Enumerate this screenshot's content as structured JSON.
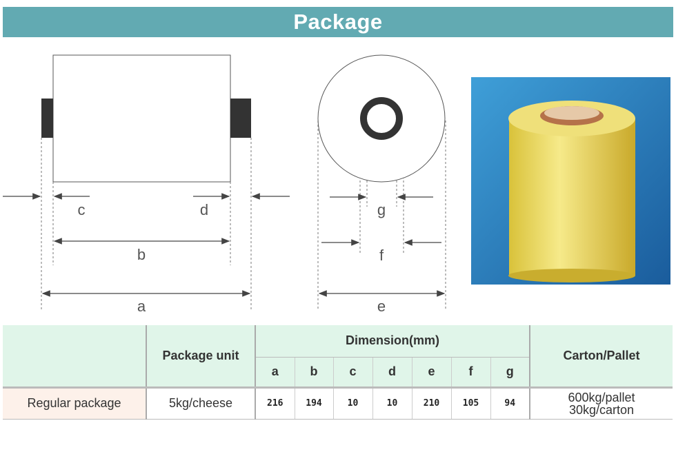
{
  "header": {
    "title": "Package"
  },
  "diagram": {
    "side_labels": {
      "c": "c",
      "d": "d",
      "b": "b",
      "a": "a"
    },
    "end_labels": {
      "g": "g",
      "f": "f",
      "e": "e"
    }
  },
  "table": {
    "col_package_unit": "Package unit",
    "col_dimension": "Dimension(mm)",
    "col_carton": "Carton/Pallet",
    "dim_keys": [
      "a",
      "b",
      "c",
      "d",
      "e",
      "f",
      "g"
    ],
    "rows": [
      {
        "label": "Regular package",
        "unit": "5kg/cheese",
        "dims": [
          "216",
          "194",
          "10",
          "10",
          "210",
          "105",
          "94"
        ],
        "carton_line1": "600kg/pallet",
        "carton_line2": "30kg/carton"
      }
    ]
  }
}
